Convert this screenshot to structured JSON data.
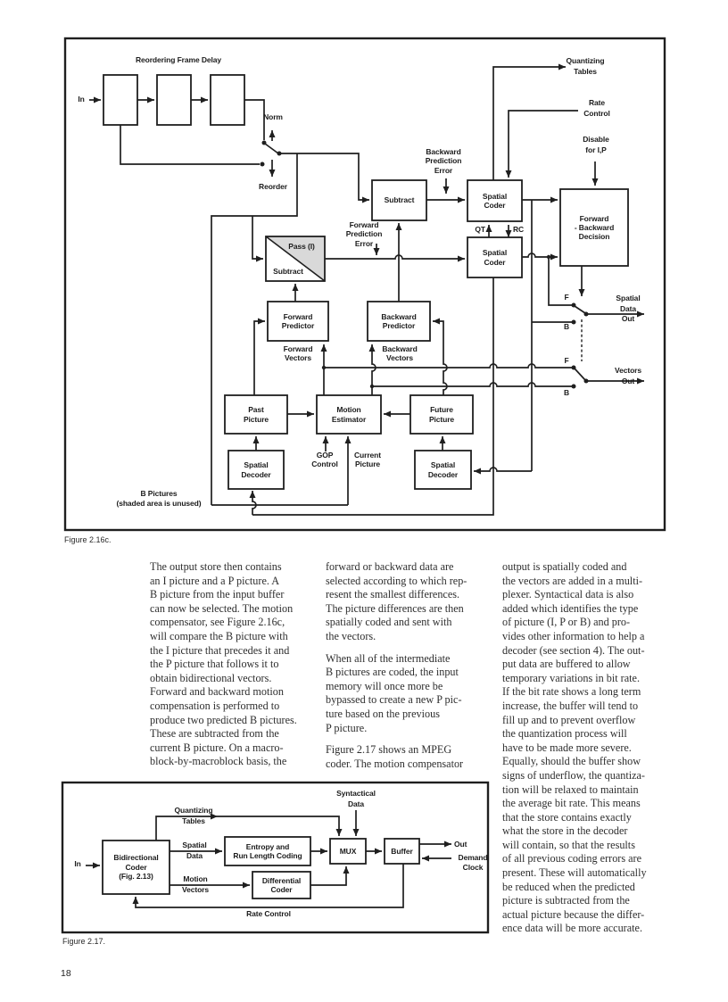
{
  "page": {
    "number": "18"
  },
  "fig216c": {
    "caption": "Figure 2.16c.",
    "shade_color": "#d9d9d9",
    "line_color": "#1f1f1f",
    "labels": {
      "title_reordering": "Reordering Frame Delay",
      "in": "In",
      "norm": "Norm",
      "reorder": "Reorder",
      "subtract_box": "Subtract",
      "bwd_pred_error": "Backward\nPrediction\nError",
      "quantizing_tables": "Quantizing\nTables",
      "rate_control": "Rate\nControl",
      "disable_ip": "Disable\nfor I,P",
      "spatial_coder_top": "Spatial\nCoder",
      "spatial_coder_bottom": "Spatial\nCoder",
      "qt": "QT",
      "rc": "RC",
      "fwd_bwd_decision": "Forward\n- Backward\nDecision",
      "fwd_pred_error": "Forward\nPrediction\nError",
      "pass_i": "Pass (I)",
      "pass_subtract": "Subtract",
      "forward_predictor": "Forward\nPredictor",
      "backward_predictor": "Backward\nPredictor",
      "forward_vectors": "Forward\nVectors",
      "backward_vectors": "Backward\nVectors",
      "f_spatial": "F",
      "b_spatial": "B",
      "f_vectors": "F",
      "b_vectors": "B",
      "spatial_data_out": "Spatial\nData\nOut",
      "vectors_out": "Vectors\nOut",
      "past_picture": "Past\nPicture",
      "motion_estimator": "Motion\nEstimator",
      "future_picture": "Future\nPicture",
      "spatial_decoder_left": "Spatial\nDecoder",
      "spatial_decoder_right": "Spatial\nDecoder",
      "gop_control": "GOP\nControl",
      "current_picture": "Current\nPicture",
      "b_pictures_note": "B Pictures\n(shaded area is unused)"
    }
  },
  "fig217": {
    "caption": "Figure 2.17.",
    "labels": {
      "in": "In",
      "bidirectional_coder": "Bidirectional\nCoder\n(Fig. 2.13)",
      "quantizing_tables": "Quantizing\nTables",
      "spatial_data": "Spatial\nData",
      "motion_vectors": "Motion\nVectors",
      "entropy_rlc": "Entropy and\nRun Length Coding",
      "differential_coder": "Differential\nCoder",
      "syntactical_data": "Syntactical\nData",
      "mux": "MUX",
      "buffer": "Buffer",
      "out": "Out",
      "demand_clock": "Demand\nClock",
      "rate_control": "Rate Control"
    }
  },
  "body": {
    "col1": "The output store then contains\nan I picture and a P picture. A\nB picture from the input buffer\ncan now be selected. The motion\ncompensator, see Figure 2.16c,\nwill compare the B picture with\nthe I picture that precedes it and\nthe P picture that follows it to\nobtain bidirectional vectors.\nForward and backward motion\ncompensation is performed to\nproduce two predicted B pictures.\nThese are subtracted from the\ncurrent B picture. On a macro-\nblock-by-macroblock basis, the",
    "col2": [
      "forward or backward data are\nselected according to which rep-\nresent the smallest differences.\nThe picture differences are then\nspatially coded and sent with\nthe vectors.",
      "When all of the intermediate\nB pictures are coded, the input\nmemory will once more be\nbypassed to create a new P pic-\nture based on the previous\nP picture.",
      "Figure 2.17 shows an MPEG\ncoder. The motion compensator"
    ],
    "col3": "output is spatially coded and\nthe vectors are added in a multi-\nplexer. Syntactical data is also\nadded which identifies the type\nof picture (I, P or B) and pro-\nvides other information to help a\ndecoder (see section 4). The out-\nput data are buffered to allow\ntemporary variations in bit rate.\nIf the bit rate shows a long term\nincrease, the buffer will tend to\nfill up and to prevent overflow\nthe quantization process will\nhave to be made more severe.\nEqually, should the buffer show\nsigns of underflow, the quantiza-\ntion will be relaxed to maintain\nthe average bit rate. This means\nthat the store contains exactly\nwhat the store in the decoder\nwill contain, so that the results\nof all previous coding errors are\npresent. These will automatically\nbe reduced when the predicted\npicture is subtracted from the\nactual picture because the differ-\nence data will be more accurate."
  }
}
